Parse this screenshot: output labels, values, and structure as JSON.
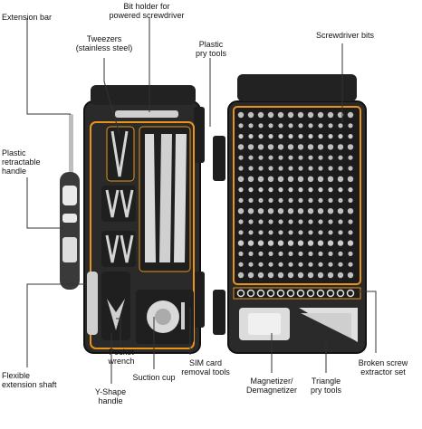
{
  "labels": {
    "extension_bar": "Extension bar",
    "bit_holder": "Bit holder for\npowered screwdriver",
    "tweezers": "Tweezers\n(stainless steel)",
    "plastic_pry_tools": "Plastic\npry tools",
    "screwdriver_bits": "Screwdriver bits",
    "plastic_retractable_handle": "Plastic\nretractable\nhandle",
    "flexible_extension_shaft": "Flexible\nextension shaft",
    "pocket_wrench": "Pocket\nwrench",
    "y_shape_handle": "Y-Shape\nhandle",
    "suction_cup": "Suction cup",
    "sim_card_removal_tools": "SIM card\nremoval tools",
    "magnetizer_demagnetizer": "Magnetizer/\nDemagnetizer",
    "triangle_pry_tools": "Triangle\npry tools",
    "broken_screw_extractor_set": "Broken screw\nextractor set"
  },
  "colors": {
    "case": "#2a2a2a",
    "case_edge": "#1a1a1a",
    "accent": "#e8941a",
    "bit": "#bfbfbf",
    "grey_tool": "#d8d8d8",
    "pointer_line": "#333333"
  },
  "icons": {
    "left_case": "toolkit-case-icon",
    "right_case": "bit-case-icon"
  }
}
